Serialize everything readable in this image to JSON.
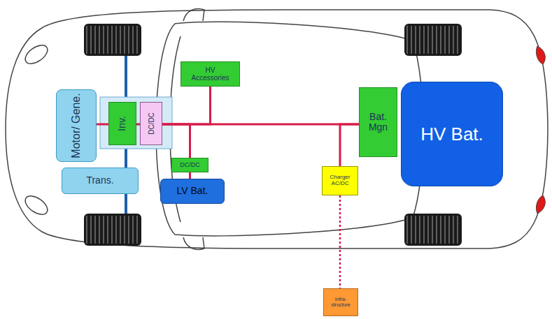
{
  "diagram": {
    "nodes": [
      {
        "text": [
          "Motor/ Gene."
        ]
      },
      {
        "text": [
          "Trans."
        ]
      },
      {
        "text": [
          "Inv."
        ]
      },
      {
        "text": [
          "DC/DC"
        ]
      },
      {
        "text": [
          "HV Accessories"
        ]
      },
      {
        "text": [
          "DC/DC"
        ]
      },
      {
        "text": [
          "LV Bat."
        ]
      },
      {
        "text": [
          "Bat. Mgn"
        ]
      },
      {
        "text": [
          "HV Bat."
        ]
      },
      {
        "text": [
          "Charger AC/DC"
        ]
      },
      {
        "text": [
          "Infra-structure"
        ]
      }
    ],
    "edges": [
      {
        "from": 0,
        "to": 2,
        "arrow": "none"
      },
      {
        "from": 2,
        "to": 3,
        "arrow": "none"
      },
      {
        "from": 3,
        "to": 4,
        "arrow": "none"
      },
      {
        "from": 3,
        "to": 5,
        "arrow": "none"
      },
      {
        "from": 3,
        "to": 7,
        "arrow": "none"
      },
      {
        "from": 9,
        "to": 7,
        "arrow": "none"
      },
      {
        "from": 5,
        "to": 6,
        "arrow": "none"
      },
      {
        "from": 9,
        "to": 10,
        "arrow": "none"
      }
    ]
  }
}
